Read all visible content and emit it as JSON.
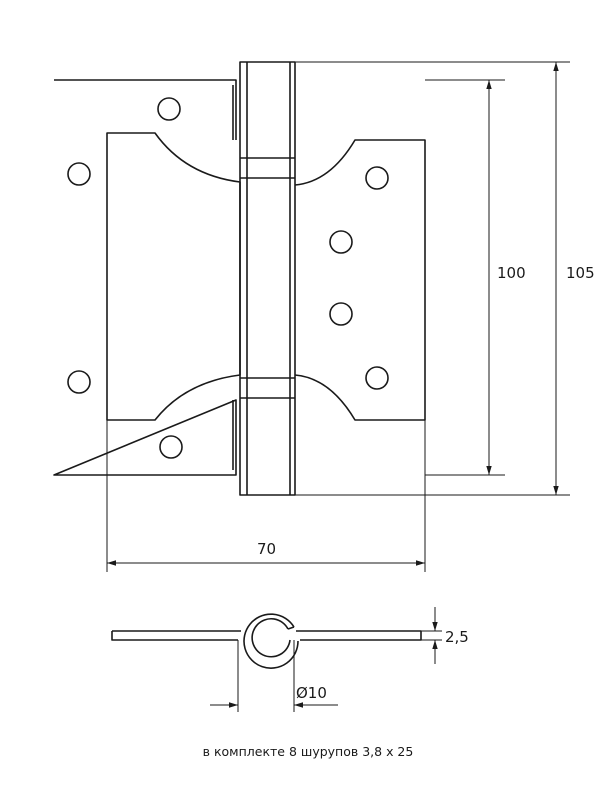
{
  "drawing": {
    "dimensions": {
      "width": "70",
      "inner_height": "100",
      "outer_height": "105",
      "thickness": "2,5",
      "knuckle_diameter": "Ø10"
    },
    "caption": "в комплекте 8 шурупов 3,8 х 25"
  }
}
